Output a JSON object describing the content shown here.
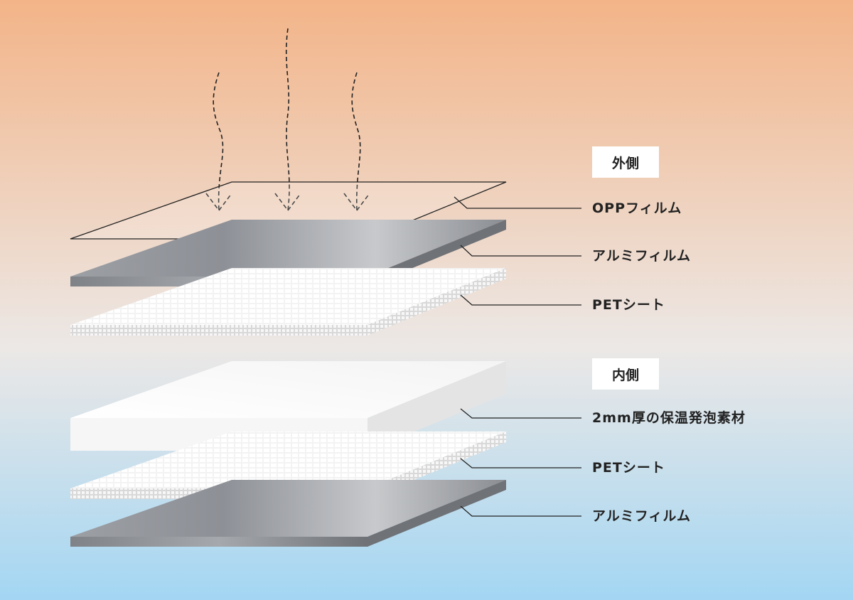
{
  "colors": {
    "bg_top": "#f3b488",
    "bg_mid": "#ece8e6",
    "bg_bottom": "#a3d6f3",
    "text": "#222222",
    "leader_line": "#222222"
  },
  "outer_label": "外側",
  "inner_label": "内側",
  "layers": [
    {
      "label": "OPPフィルム",
      "material": "transparent-film"
    },
    {
      "label": "アルミフィルム",
      "material": "aluminum"
    },
    {
      "label": "PETシート",
      "material": "pet-mesh"
    },
    {
      "label": "2mm厚の保温発泡素材",
      "material": "foam"
    },
    {
      "label": "PETシート",
      "material": "pet-mesh"
    },
    {
      "label": "アルミフィルム",
      "material": "aluminum"
    }
  ]
}
